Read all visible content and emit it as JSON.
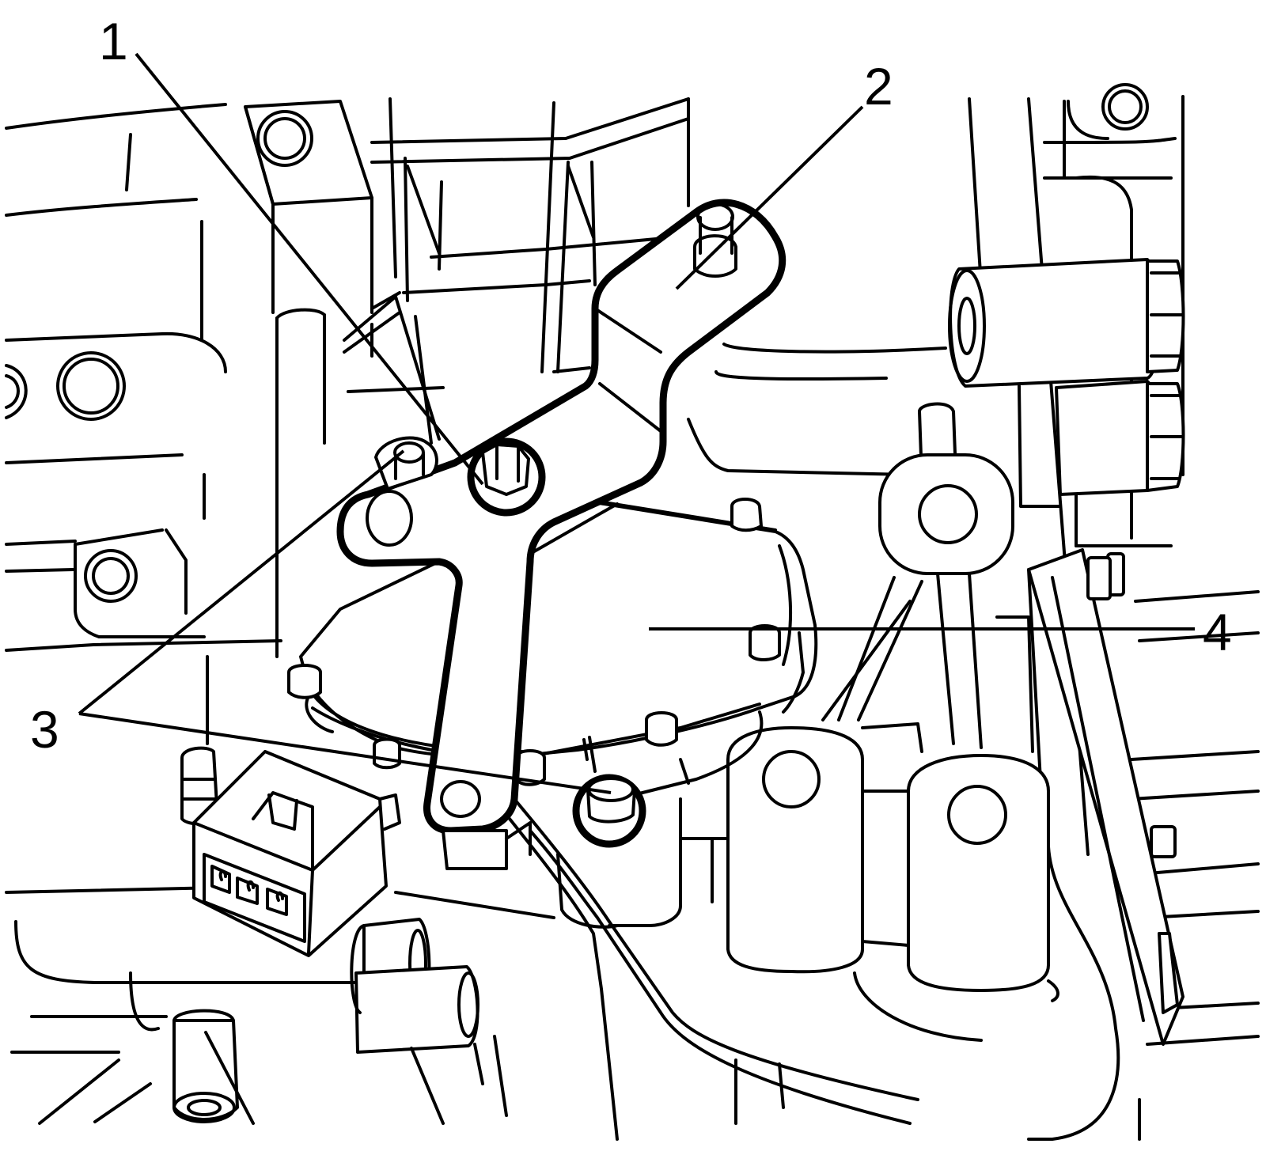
{
  "diagram": {
    "stroke_color": "#000000",
    "background_color": "#ffffff",
    "callouts": [
      {
        "id": "callout-1",
        "label": "1"
      },
      {
        "id": "callout-2",
        "label": "2"
      },
      {
        "id": "callout-3",
        "label": "3"
      },
      {
        "id": "callout-4",
        "label": "4"
      }
    ]
  }
}
